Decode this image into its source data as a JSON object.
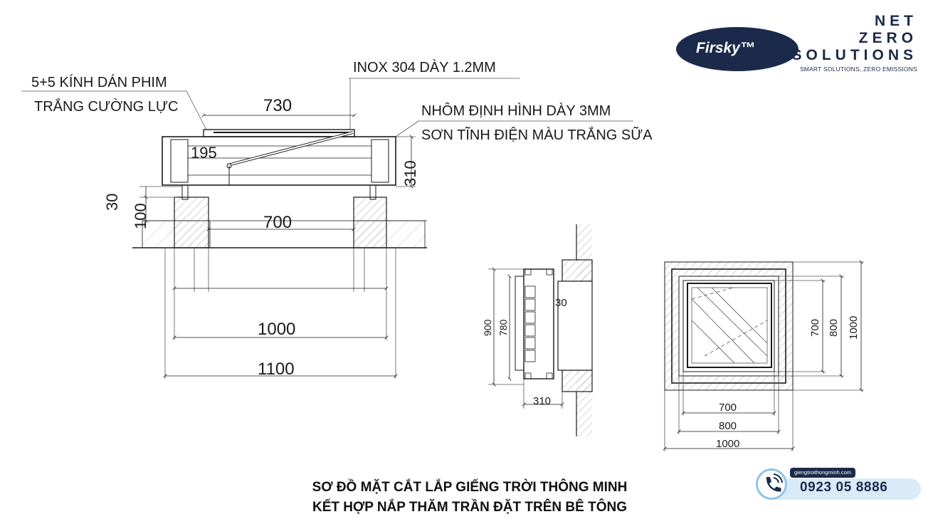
{
  "brand": {
    "line1": "NET",
    "line2": "ZERO",
    "line3": "SOLUTIONS",
    "tagline": "SMART SOLUTIONS, ZERO EMISSIONS",
    "logo_text": "Firsky™",
    "color": "#1b2a4a"
  },
  "annotations": {
    "glass_line1": "5+5 KÍNH DÁN PHIM",
    "glass_line2": "TRẮNG CƯỜNG LỰC",
    "inox": "INOX 304 DÀY 1.2MM",
    "alu_line1": "NHÔM ĐỊNH HÌNH DÀY 3MM",
    "alu_line2": "SƠN TĨNH ĐIỆN MÀU TRẮNG SỮA"
  },
  "section_dims": {
    "d730": "730",
    "d195": "195",
    "d310": "310",
    "d30": "30",
    "d100": "100",
    "d700": "700",
    "d1000": "1000",
    "d1100": "1100"
  },
  "side_dims": {
    "d900": "900",
    "d780": "780",
    "d30": "30",
    "d310": "310"
  },
  "plan_dims": {
    "d700": "700",
    "d800": "800",
    "d1000": "1000",
    "v700": "700",
    "v800": "800",
    "v1000": "1000"
  },
  "title": {
    "line1": "SƠ ĐỒ MẶT CẮT LẮP GIẾNG TRỜI THÔNG MINH",
    "line2": "KẾT HỢP NẮP THĂM TRẦN ĐẶT TRÊN BÊ TÔNG"
  },
  "contact": {
    "website": "giengtroithongminh.com",
    "phone": "0923 05 8886",
    "icon": "phone-icon",
    "pill_color": "#dbeaf7"
  }
}
